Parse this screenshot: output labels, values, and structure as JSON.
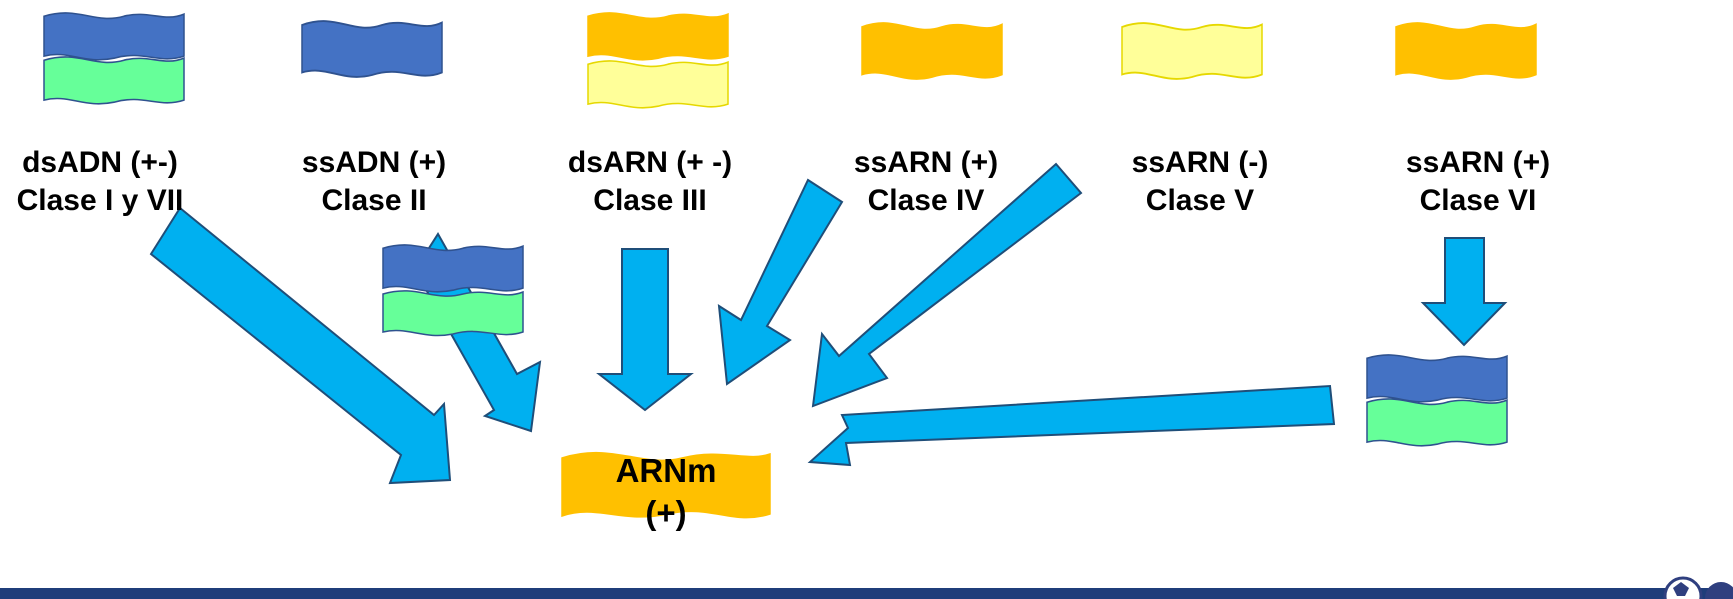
{
  "nodes": [
    {
      "id": "class-1-7",
      "type": "dsADN (+-)",
      "class": "Clase I y VII"
    },
    {
      "id": "class-2",
      "type": "ssADN (+)",
      "class": "Clase II"
    },
    {
      "id": "class-3",
      "type": "dsARN (+ -)",
      "class": "Clase III"
    },
    {
      "id": "class-4",
      "type": "ssARN (+)",
      "class": "Clase IV"
    },
    {
      "id": "class-5",
      "type": "ssARN (-)",
      "class": "Clase V"
    },
    {
      "id": "class-6",
      "type": "ssARN (+)",
      "class": "Clase VI"
    }
  ],
  "target": {
    "line1": "ARNm",
    "line2": "(+)"
  },
  "colors": {
    "dna_blue": "#4472c4",
    "dna_green": "#66ff99",
    "rna_orange": "#ffc000",
    "rna_yellow": "#ffff99",
    "arrow": "#00b0f0",
    "arrow_outline": "#1f4e79",
    "footer": "#1f3d7a"
  }
}
